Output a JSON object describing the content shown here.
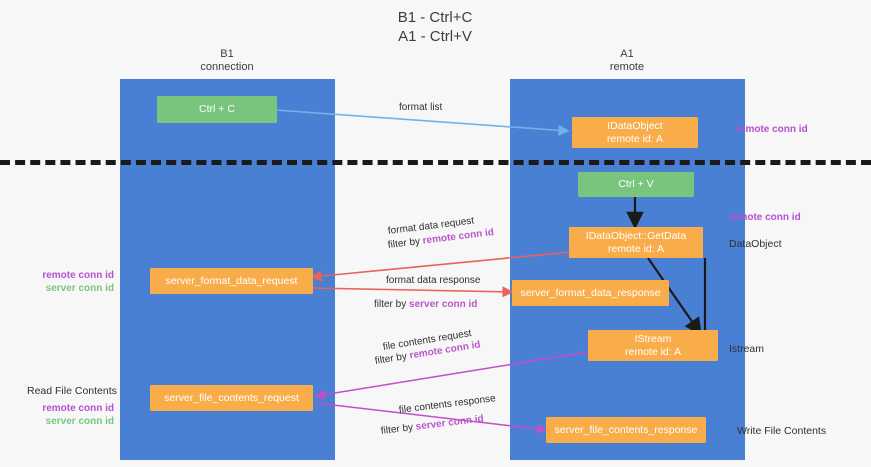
{
  "title": "B1 - Ctrl+C\nA1 - Ctrl+V",
  "columns": [
    {
      "name": "B1",
      "sub": "connection",
      "header": "B1\nconnection"
    },
    {
      "name": "A1",
      "sub": "remote",
      "header": "A1\nremote"
    }
  ],
  "boxes": {
    "ctrl_c": "Ctrl + C",
    "ctrl_v": "Ctrl + V",
    "idataobject_line1": "IDataObject",
    "idataobject_line2": "remote id: A",
    "getdata_line1": "IDataObject::GetData",
    "getdata_line2": "remote id: A",
    "istream_line1": "IStream",
    "istream_line2": "remote id: A",
    "server_format_data_request": "server_format_data_request",
    "server_format_data_response": "server_format_data_response",
    "server_file_contents_request": "server_file_contents_request",
    "server_file_contents_response": "server_file_contents_response"
  },
  "edges": {
    "format_list": "format list",
    "format_data_request": "format data request",
    "format_data_request_filter_prefix": "filter by ",
    "format_data_request_filter_key": "remote conn id",
    "format_data_response": "format data response",
    "format_data_response_filter_prefix": "filter by ",
    "format_data_response_filter_key": "server conn id",
    "file_contents_request": "file contents request",
    "file_contents_request_filter_prefix": "filter by ",
    "file_contents_request_filter_key": "remote conn id",
    "file_contents_response": "file contents response",
    "file_contents_response_filter_prefix": "filter by ",
    "file_contents_response_filter_key": "server conn id"
  },
  "right_labels": {
    "remote_conn_id_top": "remote conn id",
    "remote_conn_id_mid": "remote conn id",
    "dataobject": "DataObject",
    "istream": "Istream",
    "write_file_contents": "Write File Contents"
  },
  "left_labels": {
    "remote_conn_id": "remote conn id",
    "server_conn_id": "server conn id",
    "read_file_contents": "Read File Contents",
    "remote_conn_id_2": "remote conn id",
    "server_conn_id_2": "server conn id"
  },
  "colors": {
    "lane": "#4a80d4",
    "box_orange": "#f9ad4a",
    "box_green": "#79c57e",
    "remote_key": "#b84fd1",
    "server_key": "#79c57e",
    "arrow_blue": "#6fb4e8",
    "arrow_red": "#e8635a",
    "arrow_magenta": "#c24ec8",
    "arrow_black": "#1a1a1a",
    "divider": "#1a1a1a"
  }
}
